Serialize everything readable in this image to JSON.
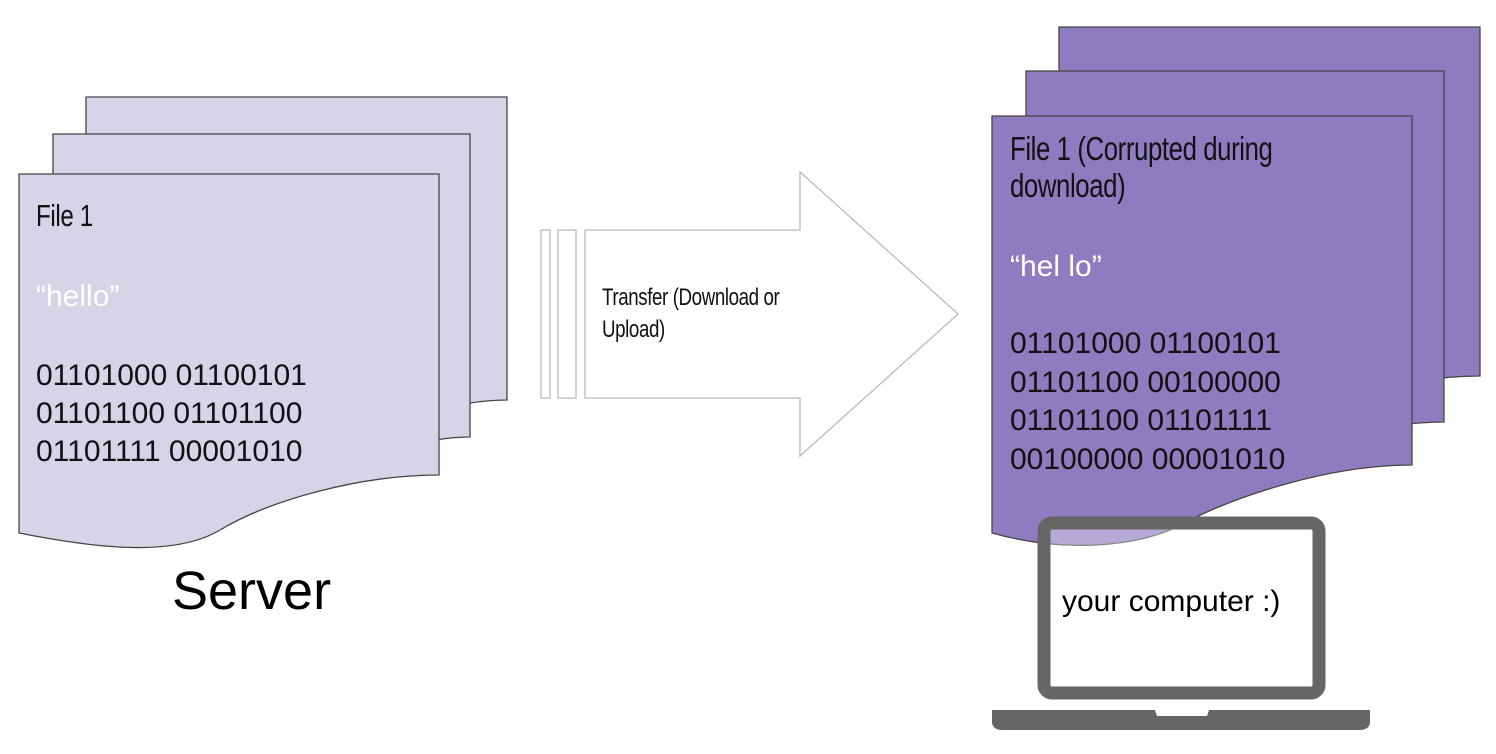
{
  "server": {
    "label": "Server",
    "file_title": "File 1",
    "file_content": "“hello”",
    "binary": "01101000 01100101\n01101100 01101100\n01101111 00001010",
    "page_color": "#d9d3e8"
  },
  "transfer": {
    "label": "Transfer (Download or\nUpload)"
  },
  "client": {
    "file_title": "File 1 (Corrupted during\ndownload)",
    "file_content": "“hel lo”",
    "binary": "01101000 01100101\n01101100 00100000\n01101100 01101111\n00100000 00001010",
    "page_color": "#8e7cc0",
    "computer_label": "your computer :)",
    "laptop_color": "#666666"
  }
}
